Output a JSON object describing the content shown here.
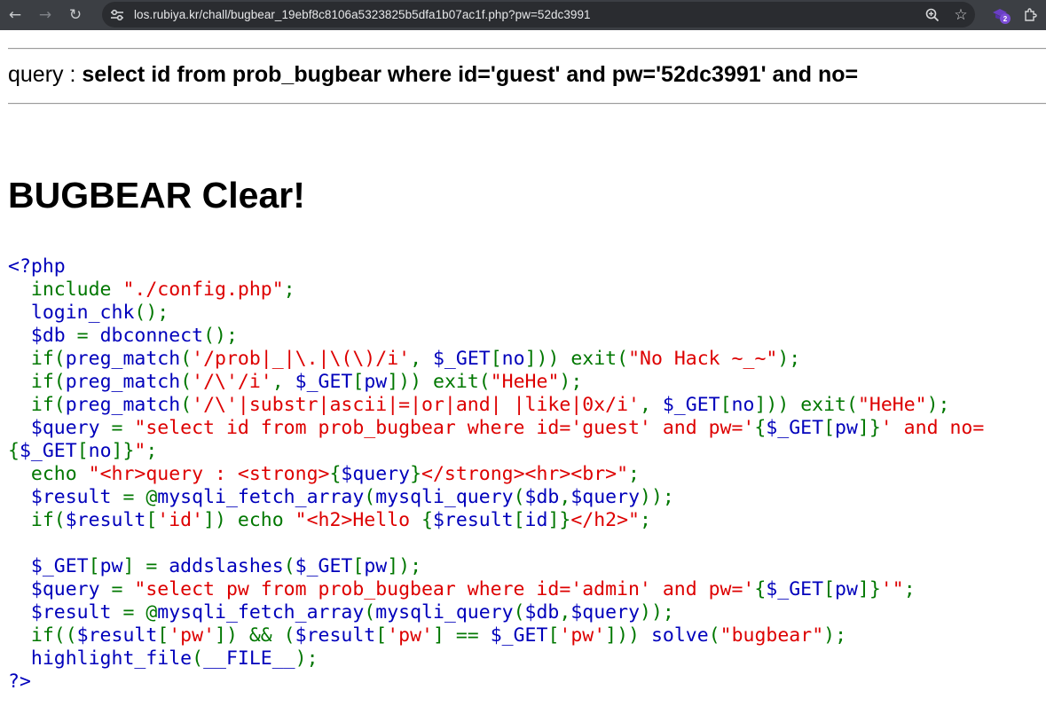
{
  "browser": {
    "url": "los.rubiya.kr/chall/bugbear_19ebf8c8106a5323825b5dfa1b07ac1f.php?pw=52dc3991",
    "extension_badge": "2",
    "icons": {
      "back": "arrow-left-icon",
      "forward": "arrow-right-icon",
      "reload": "reload-icon",
      "site_info": "tune-icon",
      "zoom": "zoom-icon",
      "bookmark": "star-icon",
      "extension": "extension-icon",
      "extensions_menu": "puzzle-icon"
    }
  },
  "page": {
    "query_label": "query : ",
    "query_text": "select id from prob_bugbear where id='guest' and pw='52dc3991' and no=",
    "heading": "BUGBEAR Clear!"
  },
  "source_lines": [
    [
      {
        "c": "k",
        "t": "<?php"
      }
    ],
    [
      {
        "c": "k",
        "t": "  "
      },
      {
        "c": "o",
        "t": "include "
      },
      {
        "c": "s",
        "t": "\"./config.php\""
      },
      {
        "c": "o",
        "t": ";"
      }
    ],
    [
      {
        "c": "k",
        "t": "  login_chk"
      },
      {
        "c": "o",
        "t": "();"
      }
    ],
    [
      {
        "c": "k",
        "t": "  $db "
      },
      {
        "c": "o",
        "t": "= "
      },
      {
        "c": "k",
        "t": "dbconnect"
      },
      {
        "c": "o",
        "t": "();"
      }
    ],
    [
      {
        "c": "k",
        "t": "  "
      },
      {
        "c": "o",
        "t": "if("
      },
      {
        "c": "k",
        "t": "preg_match"
      },
      {
        "c": "o",
        "t": "("
      },
      {
        "c": "s",
        "t": "'/prob|_|\\.|\\(\\)/i'"
      },
      {
        "c": "o",
        "t": ", "
      },
      {
        "c": "k",
        "t": "$_GET"
      },
      {
        "c": "o",
        "t": "["
      },
      {
        "c": "k",
        "t": "no"
      },
      {
        "c": "o",
        "t": "])) exit("
      },
      {
        "c": "s",
        "t": "\"No Hack ~_~\""
      },
      {
        "c": "o",
        "t": ");"
      }
    ],
    [
      {
        "c": "k",
        "t": "  "
      },
      {
        "c": "o",
        "t": "if("
      },
      {
        "c": "k",
        "t": "preg_match"
      },
      {
        "c": "o",
        "t": "("
      },
      {
        "c": "s",
        "t": "'/\\'/i'"
      },
      {
        "c": "o",
        "t": ", "
      },
      {
        "c": "k",
        "t": "$_GET"
      },
      {
        "c": "o",
        "t": "["
      },
      {
        "c": "k",
        "t": "pw"
      },
      {
        "c": "o",
        "t": "])) exit("
      },
      {
        "c": "s",
        "t": "\"HeHe\""
      },
      {
        "c": "o",
        "t": ");"
      }
    ],
    [
      {
        "c": "k",
        "t": "  "
      },
      {
        "c": "o",
        "t": "if("
      },
      {
        "c": "k",
        "t": "preg_match"
      },
      {
        "c": "o",
        "t": "("
      },
      {
        "c": "s",
        "t": "'/\\'|substr|ascii|=|or|and| |like|0x/i'"
      },
      {
        "c": "o",
        "t": ", "
      },
      {
        "c": "k",
        "t": "$_GET"
      },
      {
        "c": "o",
        "t": "["
      },
      {
        "c": "k",
        "t": "no"
      },
      {
        "c": "o",
        "t": "])) exit("
      },
      {
        "c": "s",
        "t": "\"HeHe\""
      },
      {
        "c": "o",
        "t": ");"
      }
    ],
    [
      {
        "c": "k",
        "t": "  $query "
      },
      {
        "c": "o",
        "t": "= "
      },
      {
        "c": "s",
        "t": "\"select id from prob_bugbear where id='guest' and pw='"
      },
      {
        "c": "o",
        "t": "{"
      },
      {
        "c": "k",
        "t": "$_GET"
      },
      {
        "c": "o",
        "t": "["
      },
      {
        "c": "k",
        "t": "pw"
      },
      {
        "c": "o",
        "t": "]}"
      },
      {
        "c": "s",
        "t": "' and no="
      }
    ],
    [
      {
        "c": "o",
        "t": "{"
      },
      {
        "c": "k",
        "t": "$_GET"
      },
      {
        "c": "o",
        "t": "["
      },
      {
        "c": "k",
        "t": "no"
      },
      {
        "c": "o",
        "t": "]}"
      },
      {
        "c": "s",
        "t": "\""
      },
      {
        "c": "o",
        "t": ";"
      }
    ],
    [
      {
        "c": "k",
        "t": "  "
      },
      {
        "c": "o",
        "t": "echo "
      },
      {
        "c": "s",
        "t": "\"<hr>query : <strong>"
      },
      {
        "c": "o",
        "t": "{"
      },
      {
        "c": "k",
        "t": "$query"
      },
      {
        "c": "o",
        "t": "}"
      },
      {
        "c": "s",
        "t": "</strong><hr><br>\""
      },
      {
        "c": "o",
        "t": ";"
      }
    ],
    [
      {
        "c": "k",
        "t": "  $result "
      },
      {
        "c": "o",
        "t": "= @"
      },
      {
        "c": "k",
        "t": "mysqli_fetch_array"
      },
      {
        "c": "o",
        "t": "("
      },
      {
        "c": "k",
        "t": "mysqli_query"
      },
      {
        "c": "o",
        "t": "("
      },
      {
        "c": "k",
        "t": "$db"
      },
      {
        "c": "o",
        "t": ","
      },
      {
        "c": "k",
        "t": "$query"
      },
      {
        "c": "o",
        "t": "));"
      }
    ],
    [
      {
        "c": "k",
        "t": "  "
      },
      {
        "c": "o",
        "t": "if("
      },
      {
        "c": "k",
        "t": "$result"
      },
      {
        "c": "o",
        "t": "["
      },
      {
        "c": "s",
        "t": "'id'"
      },
      {
        "c": "o",
        "t": "]) echo "
      },
      {
        "c": "s",
        "t": "\"<h2>Hello "
      },
      {
        "c": "o",
        "t": "{"
      },
      {
        "c": "k",
        "t": "$result"
      },
      {
        "c": "o",
        "t": "["
      },
      {
        "c": "k",
        "t": "id"
      },
      {
        "c": "o",
        "t": "]}"
      },
      {
        "c": "s",
        "t": "</h2>\""
      },
      {
        "c": "o",
        "t": ";"
      }
    ],
    [
      {
        "c": "k",
        "t": ""
      }
    ],
    [
      {
        "c": "k",
        "t": "  $_GET"
      },
      {
        "c": "o",
        "t": "["
      },
      {
        "c": "k",
        "t": "pw"
      },
      {
        "c": "o",
        "t": "] = "
      },
      {
        "c": "k",
        "t": "addslashes"
      },
      {
        "c": "o",
        "t": "("
      },
      {
        "c": "k",
        "t": "$_GET"
      },
      {
        "c": "o",
        "t": "["
      },
      {
        "c": "k",
        "t": "pw"
      },
      {
        "c": "o",
        "t": "]);"
      }
    ],
    [
      {
        "c": "k",
        "t": "  $query "
      },
      {
        "c": "o",
        "t": "= "
      },
      {
        "c": "s",
        "t": "\"select pw from prob_bugbear where id='admin' and pw='"
      },
      {
        "c": "o",
        "t": "{"
      },
      {
        "c": "k",
        "t": "$_GET"
      },
      {
        "c": "o",
        "t": "["
      },
      {
        "c": "k",
        "t": "pw"
      },
      {
        "c": "o",
        "t": "]}"
      },
      {
        "c": "s",
        "t": "'\""
      },
      {
        "c": "o",
        "t": ";"
      }
    ],
    [
      {
        "c": "k",
        "t": "  $result "
      },
      {
        "c": "o",
        "t": "= @"
      },
      {
        "c": "k",
        "t": "mysqli_fetch_array"
      },
      {
        "c": "o",
        "t": "("
      },
      {
        "c": "k",
        "t": "mysqli_query"
      },
      {
        "c": "o",
        "t": "("
      },
      {
        "c": "k",
        "t": "$db"
      },
      {
        "c": "o",
        "t": ","
      },
      {
        "c": "k",
        "t": "$query"
      },
      {
        "c": "o",
        "t": "));"
      }
    ],
    [
      {
        "c": "k",
        "t": "  "
      },
      {
        "c": "o",
        "t": "if(("
      },
      {
        "c": "k",
        "t": "$result"
      },
      {
        "c": "o",
        "t": "["
      },
      {
        "c": "s",
        "t": "'pw'"
      },
      {
        "c": "o",
        "t": "]) && ("
      },
      {
        "c": "k",
        "t": "$result"
      },
      {
        "c": "o",
        "t": "["
      },
      {
        "c": "s",
        "t": "'pw'"
      },
      {
        "c": "o",
        "t": "] == "
      },
      {
        "c": "k",
        "t": "$_GET"
      },
      {
        "c": "o",
        "t": "["
      },
      {
        "c": "s",
        "t": "'pw'"
      },
      {
        "c": "o",
        "t": "])) "
      },
      {
        "c": "k",
        "t": "solve"
      },
      {
        "c": "o",
        "t": "("
      },
      {
        "c": "s",
        "t": "\"bugbear\""
      },
      {
        "c": "o",
        "t": ");"
      }
    ],
    [
      {
        "c": "k",
        "t": "  highlight_file"
      },
      {
        "c": "o",
        "t": "("
      },
      {
        "c": "k",
        "t": "__FILE__"
      },
      {
        "c": "o",
        "t": ");"
      }
    ],
    [
      {
        "c": "k",
        "t": "?>"
      }
    ]
  ],
  "colors": {
    "keyword": "#0000bb",
    "string": "#dd0000",
    "operator": "#007700",
    "toolbar": "#3c3f44",
    "omnibox": "#2a2c30"
  }
}
